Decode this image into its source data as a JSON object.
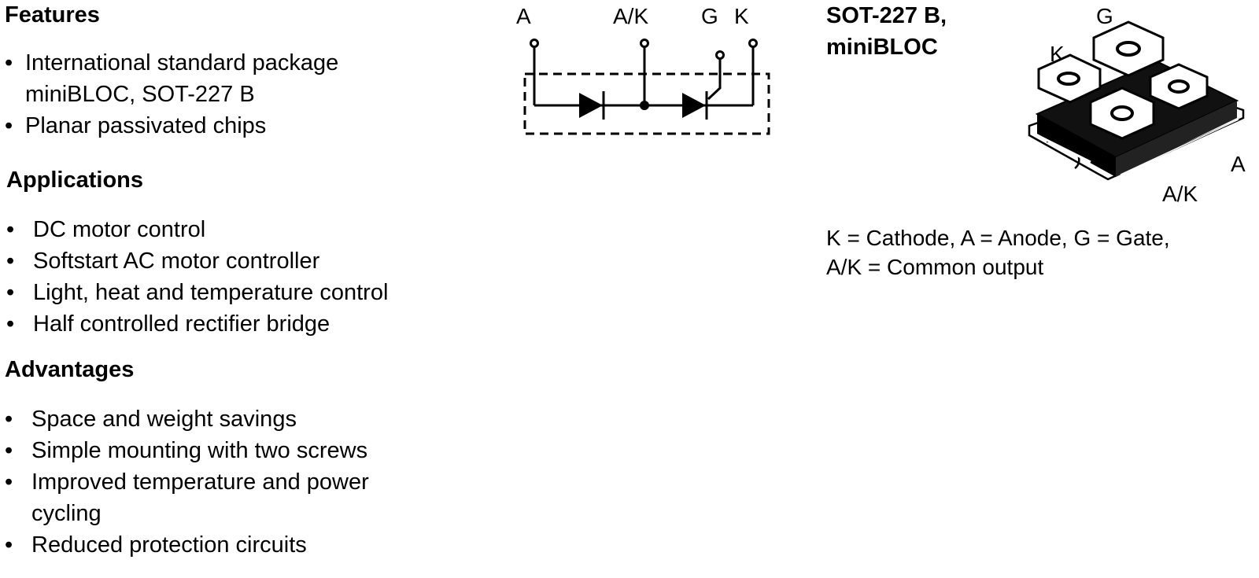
{
  "features": {
    "heading": "Features",
    "items": [
      "International standard package miniBLOC, SOT-227 B",
      "Planar passivated chips"
    ]
  },
  "applications": {
    "heading": "Applications",
    "items": [
      "DC motor control",
      "Softstart AC motor controller",
      "Light, heat and temperature control",
      "Half controlled rectifier bridge"
    ]
  },
  "advantages": {
    "heading": "Advantages",
    "items": [
      "Space and weight savings",
      "Simple mounting with two screws",
      "Improved temperature and power cycling",
      "Reduced protection circuits"
    ]
  },
  "bullet_char": "•",
  "schematic": {
    "terminals": [
      "A",
      "A/K",
      "G",
      "K"
    ]
  },
  "package": {
    "title_line1": "SOT-227 B,",
    "title_line2": "miniBLOC",
    "labels": {
      "g": "G",
      "k": "K",
      "a": "A",
      "ak": "A/K"
    }
  },
  "legend": {
    "line1": "K = Cathode, A = Anode, G = Gate,",
    "line2": "A/K = Common output"
  }
}
